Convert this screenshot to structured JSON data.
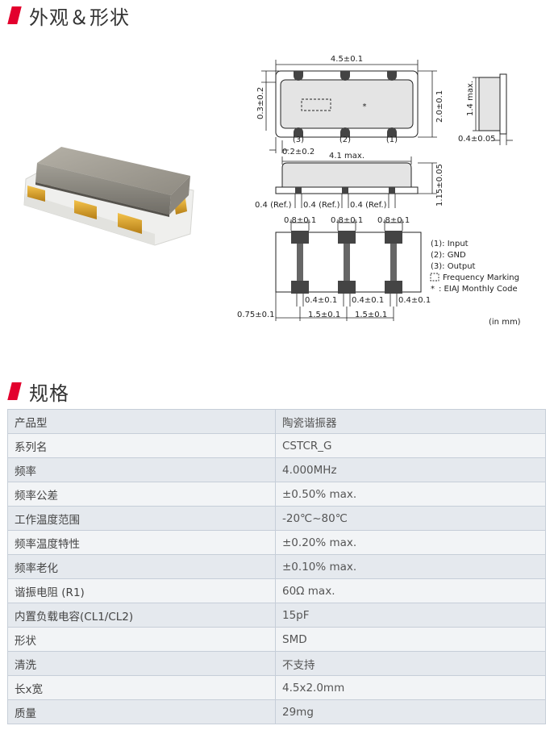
{
  "section_shape": {
    "title": "外观＆形状"
  },
  "section_spec": {
    "title": "规格"
  },
  "drawing": {
    "dims": {
      "total_length": "4.5±0.1",
      "width": "2.0±0.1",
      "top_margin": "0.3±0.2",
      "side_margin": "0.2±0.2",
      "height_max": "1.4 max.",
      "side_thickness": "0.4±0.05",
      "body_length": "4.1 max.",
      "height_side": "1.15±0.05",
      "ref1": "0.4 (Ref.)",
      "ref2": "0.4 (Ref.)",
      "ref3": "0.4 (Ref.)",
      "pad_w1": "0.8±0.1",
      "pad_w2": "0.8±0.1",
      "pad_w3": "0.8±0.1",
      "gap1": "0.4±0.1",
      "gap2": "0.4±0.1",
      "gap3": "0.4±0.1",
      "edge": "0.75±0.1",
      "pitch1": "1.5±0.1",
      "pitch2": "1.5±0.1"
    },
    "pins": {
      "p1": "(1)",
      "p2": "(2)",
      "p3": "(3)"
    },
    "asterisk": "*",
    "legend": [
      "(1): Input",
      "(2): GND",
      "(3): Output",
      "Frequency Marking",
      ": EIAJ Monthly Code"
    ],
    "legend_star": "*",
    "unit": "(in mm)"
  },
  "spec_rows": [
    {
      "key": "产品型",
      "value": "陶瓷谐振器"
    },
    {
      "key": "系列名",
      "value": "CSTCR_G"
    },
    {
      "key": "频率",
      "value": "4.000MHz"
    },
    {
      "key": "频率公差",
      "value": "±0.50% max."
    },
    {
      "key": "工作温度范围",
      "value": "-20℃~80℃"
    },
    {
      "key": "频率温度特性",
      "value": "±0.20% max."
    },
    {
      "key": "频率老化",
      "value": "±0.10% max."
    },
    {
      "key": "谐振电阻 (R1)",
      "value": "60Ω max."
    },
    {
      "key": "内置负载电容(CL1/CL2)",
      "value": "15pF"
    },
    {
      "key": "形状",
      "value": "SMD"
    },
    {
      "key": "清洗",
      "value": "不支持"
    },
    {
      "key": "长x宽",
      "value": "4.5x2.0mm"
    },
    {
      "key": "质量",
      "value": "29mg"
    }
  ],
  "colors": {
    "accent": "#e3002d",
    "row_odd": "#e5e9ee",
    "row_even": "#f2f4f6",
    "border": "#c6ced8"
  }
}
